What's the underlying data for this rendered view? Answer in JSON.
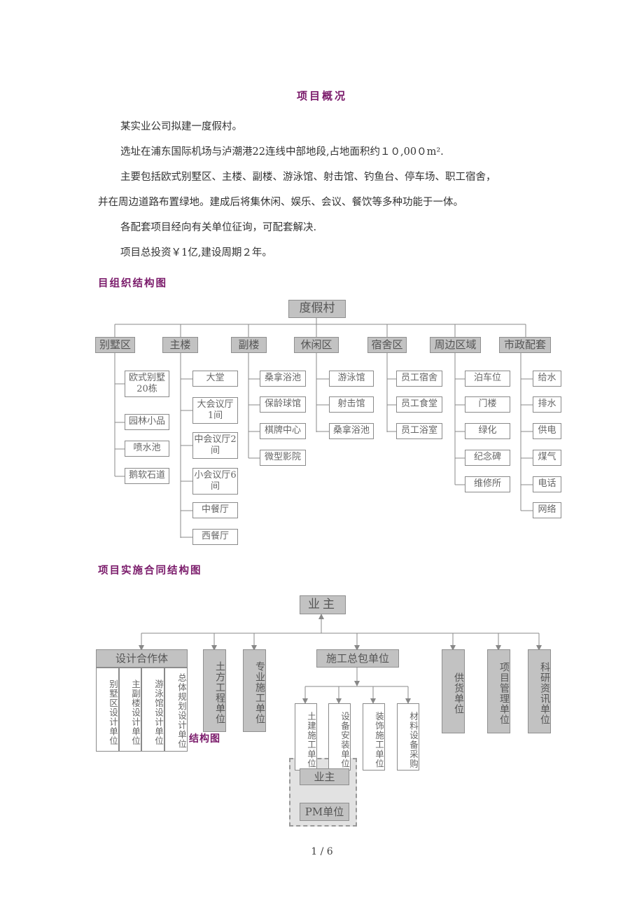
{
  "doc": {
    "title": "项目概况",
    "paragraphs": [
      "某实业公司拟建一度假村。",
      "选址在浦东国际机场与泸潮港22连线中部地段,占地面积约１０,00０m².",
      "主要包括欧式别墅区、主楼、副楼、游泳馆、射击馆、钓鱼台、停车场、职工宿舍，",
      "并在周边道路布置绿地。建成后将集休闲、娱乐、会议、餐饮等多种功能于一体。",
      "各配套项目经向有关单位征询，可配套解决.",
      "项目总投资￥1亿,建设周期２年。"
    ],
    "heading_org": "目组织结构图",
    "heading_contract": "项目实施合同结构图",
    "overlap_text": "结构图",
    "page_number": "1 / 6"
  },
  "org_chart": {
    "root": "度假村",
    "branches": [
      {
        "name": "别墅区",
        "items": [
          "欧式别墅\n20栋",
          "园林小品",
          "喷水池",
          "鹅软石道"
        ]
      },
      {
        "name": "主楼",
        "items": [
          "大堂",
          "大会议厅\n1间",
          "中会议厅2\n间",
          "小会议厅6\n间",
          "中餐厅",
          "西餐厅"
        ]
      },
      {
        "name": "副楼",
        "items": [
          "桑拿浴池",
          "保龄球馆",
          "棋牌中心",
          "微型影院"
        ]
      },
      {
        "name": "休闲区",
        "items": [
          "游泳馆",
          "射击馆",
          "桑拿浴池"
        ]
      },
      {
        "name": "宿舍区",
        "items": [
          "员工宿舍",
          "员工食堂",
          "员工浴室"
        ]
      },
      {
        "name": "周边区域",
        "items": [
          "泊车位",
          "门楼",
          "绿化",
          "纪念碑",
          "维修所"
        ]
      },
      {
        "name": "市政配套",
        "items": [
          "给水",
          "排水",
          "供电",
          "煤气",
          "电话",
          "网络"
        ]
      }
    ]
  },
  "contract_chart": {
    "owner": "业主",
    "design_group": "设计合作体",
    "design_units": [
      "别墅区设计单位",
      "主副楼设计单位",
      "游泳馆设计单位",
      "总体规划设计单位"
    ],
    "earthwork": "土方工程单位",
    "specialty": "专业施工单位",
    "general_contractor": "施工总包单位",
    "gc_subs": [
      "土建施工单位",
      "设备安装单位",
      "装饰施工单位",
      "材料设备采购"
    ],
    "supplier": "供货单位",
    "pm_unit": "项目管理单位",
    "research": "科研资讯单位",
    "mini_owner": "业主",
    "mini_pm": "PM单位"
  }
}
